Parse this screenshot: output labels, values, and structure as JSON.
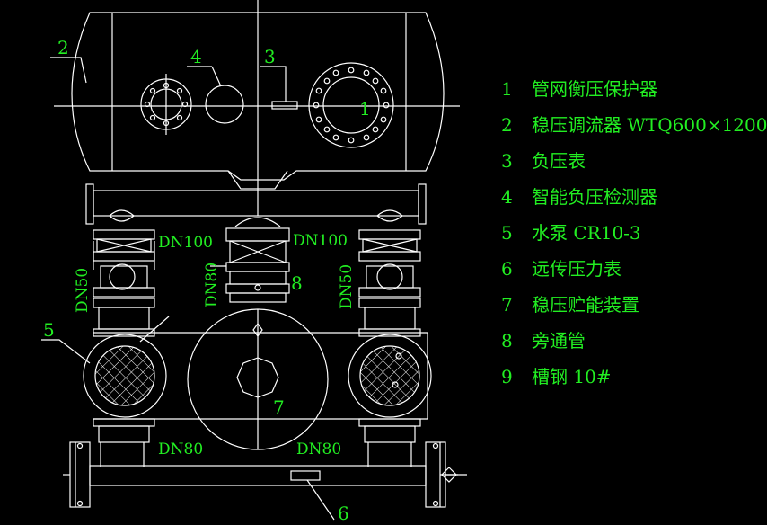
{
  "diagram": {
    "callouts": [
      "1",
      "2",
      "3",
      "4",
      "5",
      "6",
      "7",
      "8"
    ],
    "pipe_labels": {
      "dn100_left": "DN100",
      "dn100_right": "DN100",
      "dn50_left": "DN50",
      "dn50_right": "DN50",
      "dn80_vertical": "DN80",
      "dn80_bottom_left": "DN80",
      "dn80_bottom_right": "DN80"
    },
    "colors": {
      "line": "#ffffff",
      "text": "#22ee22",
      "background": "#000000"
    }
  },
  "legend": [
    {
      "num": "1",
      "text": "管网衡压保护器"
    },
    {
      "num": "2",
      "text": "稳压调流器 WTQ600×1200"
    },
    {
      "num": "3",
      "text": "负压表"
    },
    {
      "num": "4",
      "text": "智能负压检测器"
    },
    {
      "num": "5",
      "text": "水泵   CR10-3"
    },
    {
      "num": "6",
      "text": "远传压力表"
    },
    {
      "num": "7",
      "text": "稳压贮能装置"
    },
    {
      "num": "8",
      "text": "旁通管"
    },
    {
      "num": "9",
      "text": "槽钢   10#"
    }
  ]
}
